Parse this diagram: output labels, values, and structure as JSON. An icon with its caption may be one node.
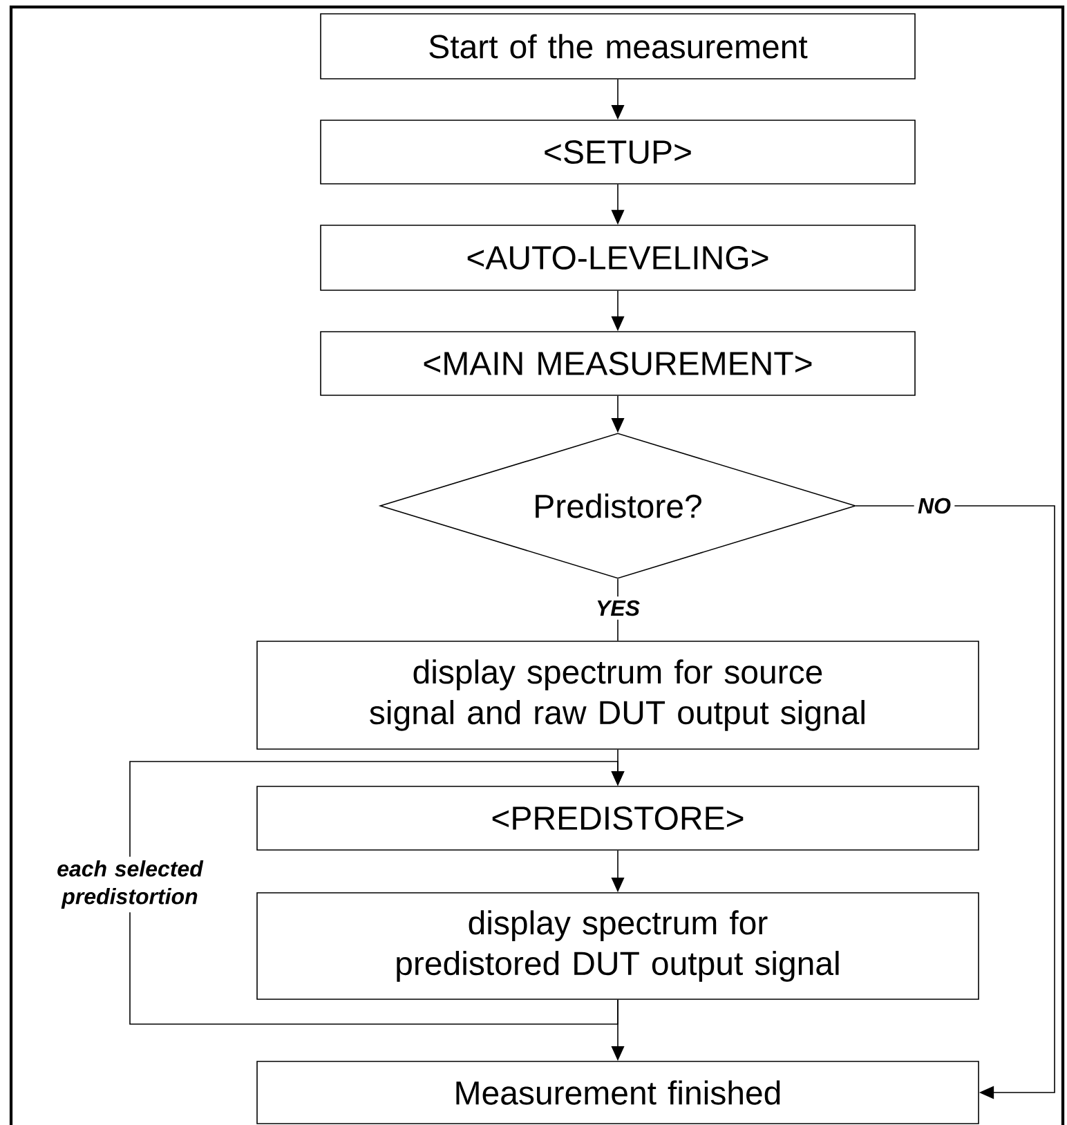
{
  "diagram": {
    "nodes": [
      {
        "text": [
          "Start of the measurement"
        ]
      },
      {
        "text": [
          "<SETUP>"
        ]
      },
      {
        "text": [
          "<AUTO-LEVELING>"
        ]
      },
      {
        "text": [
          "<MAIN MEASUREMENT>"
        ]
      },
      {
        "text": [
          "Predistore?"
        ]
      },
      {
        "text": [
          "display spectrum for source signal and raw DUT output signal"
        ]
      },
      {
        "text": [
          "<PREDISTORE>"
        ]
      },
      {
        "text": [
          "display spectrum for predistored DUT output signal"
        ]
      },
      {
        "text": [
          "Measurement finished"
        ]
      }
    ],
    "edges": [
      {
        "from": 0,
        "to": 1,
        "arrow": "to"
      },
      {
        "from": 1,
        "to": 2,
        "arrow": "to"
      },
      {
        "from": 2,
        "to": 3,
        "arrow": "to"
      },
      {
        "from": 3,
        "to": 4,
        "arrow": "to"
      },
      {
        "from": 4,
        "to": 5,
        "arrow": "none",
        "label": "YES"
      },
      {
        "from": 4,
        "to": 8,
        "arrow": "to",
        "label": "NO"
      },
      {
        "from": 5,
        "to": 6,
        "arrow": "to"
      },
      {
        "from": 6,
        "to": 7,
        "arrow": "to"
      },
      {
        "from": 7,
        "to": 8,
        "arrow": "to"
      },
      {
        "from": 7,
        "to": 6,
        "arrow": "to",
        "label": "each selected predistortion"
      }
    ]
  }
}
